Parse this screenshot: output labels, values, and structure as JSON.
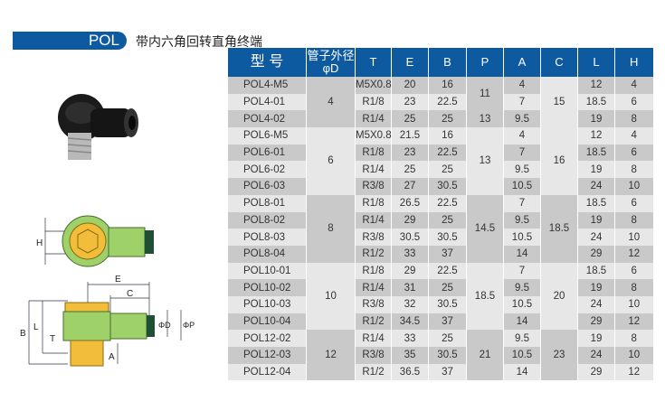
{
  "header": {
    "code": "POL",
    "title": "带内六角回转直角终端"
  },
  "table": {
    "columns": [
      "型 号",
      "管子外径\nφD",
      "T",
      "E",
      "B",
      "P",
      "A",
      "C",
      "L",
      "H"
    ],
    "rows": [
      [
        "POL4-M5",
        "M5X0.8",
        "20",
        "16",
        "4",
        "12",
        "4"
      ],
      [
        "POL4-01",
        "R1/8",
        "23",
        "22.5",
        "7",
        "18.5",
        "6"
      ],
      [
        "POL4-02",
        "R1/4",
        "25",
        "25",
        "9.5",
        "19",
        "8"
      ],
      [
        "POL6-M5",
        "M5X0.8",
        "21.5",
        "16",
        "4",
        "12",
        "4"
      ],
      [
        "POL6-01",
        "R1/8",
        "23",
        "22.5",
        "7",
        "18.5",
        "6"
      ],
      [
        "POL6-02",
        "R1/4",
        "25",
        "25",
        "9.5",
        "19",
        "8"
      ],
      [
        "POL6-03",
        "R3/8",
        "27",
        "30.5",
        "10.5",
        "24",
        "10"
      ],
      [
        "POL8-01",
        "R1/8",
        "26.5",
        "22.5",
        "7",
        "18.5",
        "6"
      ],
      [
        "POL8-02",
        "R1/4",
        "29",
        "25",
        "9.5",
        "19",
        "8"
      ],
      [
        "POL8-03",
        "R3/8",
        "30.5",
        "30.5",
        "10.5",
        "24",
        "10"
      ],
      [
        "POL8-04",
        "R1/2",
        "33",
        "37",
        "14",
        "29",
        "12"
      ],
      [
        "POL10-01",
        "R1/8",
        "29",
        "22.5",
        "7",
        "18.5",
        "6"
      ],
      [
        "POL10-02",
        "R1/4",
        "31",
        "25",
        "9.5",
        "19",
        "8"
      ],
      [
        "POL10-03",
        "R3/8",
        "32",
        "30.5",
        "10.5",
        "24",
        "10"
      ],
      [
        "POL10-04",
        "R1/2",
        "34.5",
        "37",
        "14",
        "29",
        "12"
      ],
      [
        "POL12-02",
        "R1/4",
        "33",
        "25",
        "9.5",
        "19",
        "8"
      ],
      [
        "POL12-03",
        "R3/8",
        "35",
        "30.5",
        "10.5",
        "24",
        "10"
      ],
      [
        "POL12-04",
        "R1/2",
        "36.5",
        "37",
        "14",
        "29",
        "12"
      ]
    ],
    "D_groups": [
      {
        "start": 0,
        "span": 3,
        "value": "4"
      },
      {
        "start": 3,
        "span": 4,
        "value": "6"
      },
      {
        "start": 7,
        "span": 4,
        "value": "8"
      },
      {
        "start": 11,
        "span": 4,
        "value": "10"
      },
      {
        "start": 15,
        "span": 3,
        "value": "12"
      }
    ],
    "P_groups": [
      {
        "start": 0,
        "span": 2,
        "value": "11"
      },
      {
        "start": 2,
        "span": 1,
        "value": "13"
      },
      {
        "start": 3,
        "span": 4,
        "value": "13"
      },
      {
        "start": 7,
        "span": 4,
        "value": "14.5"
      },
      {
        "start": 11,
        "span": 4,
        "value": "18.5"
      },
      {
        "start": 15,
        "span": 3,
        "value": "21"
      }
    ],
    "C_groups": [
      {
        "start": 0,
        "span": 3,
        "value": "15"
      },
      {
        "start": 3,
        "span": 4,
        "value": "16"
      },
      {
        "start": 7,
        "span": 4,
        "value": "18.5"
      },
      {
        "start": 11,
        "span": 4,
        "value": "20"
      },
      {
        "start": 15,
        "span": 3,
        "value": "23"
      }
    ]
  },
  "diagram": {
    "labels": {
      "H": "H",
      "E": "E",
      "C": "C",
      "B": "B",
      "L": "L",
      "T": "T",
      "A": "A",
      "D": "ΦD",
      "P": "ΦP"
    }
  }
}
